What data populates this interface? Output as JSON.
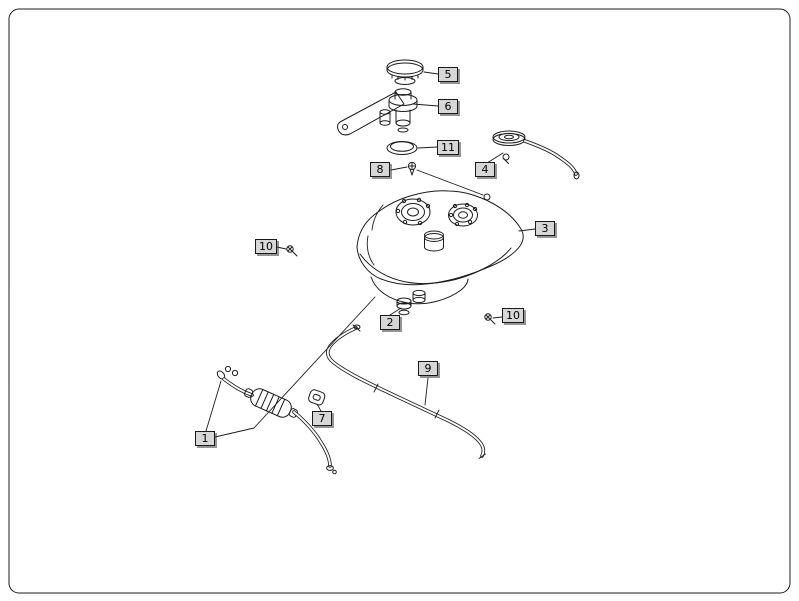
{
  "colors": {
    "background": "#ffffff",
    "line": "#1c1c1c",
    "callout_fill": "#d7d7d7",
    "callout_border": "#1a1a1a",
    "callout_shadow": "#3c3c3c"
  },
  "callouts": [
    {
      "ref": "5"
    },
    {
      "ref": "6"
    },
    {
      "ref": "11"
    },
    {
      "ref": "8"
    },
    {
      "ref": "4"
    },
    {
      "ref": "3"
    },
    {
      "ref": "10"
    },
    {
      "ref": "2"
    },
    {
      "ref": "10"
    },
    {
      "ref": "9"
    },
    {
      "ref": "7"
    },
    {
      "ref": "1"
    }
  ]
}
